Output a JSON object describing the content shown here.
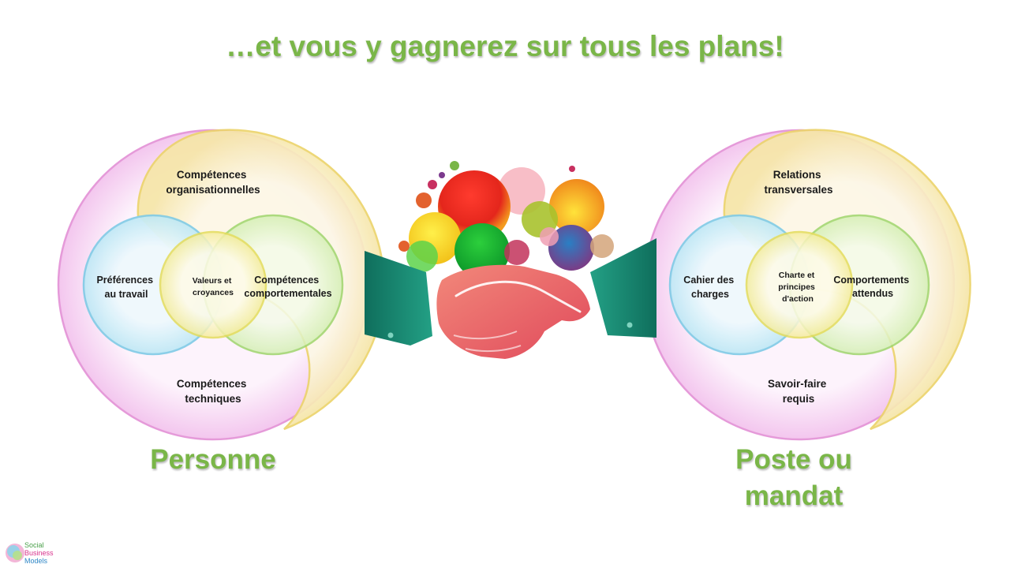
{
  "title": "…et vous y gagnerez sur tous les plans!",
  "left_diagram": {
    "top": [
      "Compétences",
      "organisationnelles"
    ],
    "left": [
      "Préférences",
      "au travail"
    ],
    "center": [
      "Valeurs et",
      "croyances"
    ],
    "right": [
      "Compétences",
      "comportementales"
    ],
    "bottom": [
      "Compétences",
      "techniques"
    ],
    "caption": "Personne"
  },
  "right_diagram": {
    "top": [
      "Relations",
      "transversales"
    ],
    "left": [
      "Cahier des",
      "charges"
    ],
    "center": [
      "Charte et",
      "principes",
      "d'action"
    ],
    "right": [
      "Comportements",
      "attendus"
    ],
    "bottom": [
      "Savoir-faire",
      "requis"
    ],
    "caption_line1": "Poste ou",
    "caption_line2": "mandat"
  },
  "logo": {
    "line1": "Social",
    "line2": "Business",
    "line3": "Models"
  },
  "colors": {
    "accent_green": "#7ab648",
    "pink": "#e7a1de",
    "yellow": "#f0d76a",
    "blue": "#8fd3ea",
    "light_green": "#b6e08a",
    "sleeve": "#1e8a74",
    "hand": "#e96b6b"
  }
}
